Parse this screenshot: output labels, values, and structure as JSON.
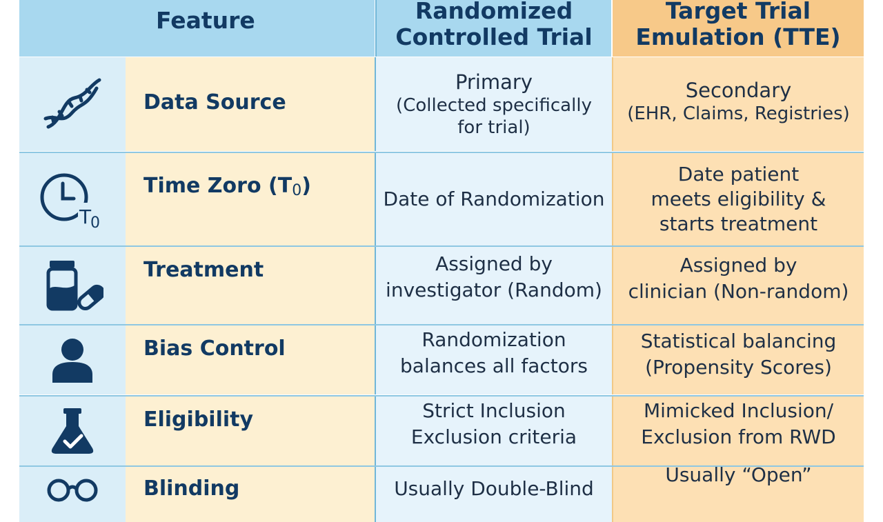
{
  "header": {
    "feature": "Feature",
    "rct": [
      "Randomized",
      "Controlled Trial"
    ],
    "tte": [
      "Target Trial",
      "Emulation (TTE)"
    ]
  },
  "rows": [
    {
      "icon": "dna-icon",
      "name": "Data Source",
      "rct": [
        "Primary",
        "(Collected specifically",
        "for trial)"
      ],
      "tte": [
        "Secondary",
        "(EHR, Claims, Registries)"
      ]
    },
    {
      "icon": "clock-icon",
      "name": "Time Zoro (T",
      "name_sub": "0",
      "name_end": ")",
      "icon_text": "T",
      "icon_sub": "0",
      "rct": [
        "Date of Randomization"
      ],
      "tte": [
        "Date patient",
        "meets eligibility &",
        "starts treatment"
      ]
    },
    {
      "icon": "medicine-bottle-pill-icon",
      "name": "Treatment",
      "rct": [
        "Assigned by",
        "investigator (Random)"
      ],
      "tte": [
        "Assigned by",
        "clinician (Non-random)"
      ]
    },
    {
      "icon": "person-icon",
      "name": "Bias Control",
      "rct": [
        "Randomization",
        "balances all factors"
      ],
      "tte": [
        "Statistical balancing",
        "(Propensity Scores)"
      ]
    },
    {
      "icon": "flask-check-icon",
      "name": "Eligibility",
      "rct": [
        "Strict Inclusion",
        "Exclusion criteria"
      ],
      "tte": [
        "Mimicked Inclusion/",
        "Exclusion from RWD"
      ]
    },
    {
      "icon": "glasses-icon",
      "name": "Blinding",
      "rct": [
        "Usually Double-Blind"
      ],
      "tte": [
        "Usually “Open”"
      ]
    }
  ],
  "colors": {
    "header_blue": "#a8d8ef",
    "header_orange": "#f7c989",
    "icon_col": "#daeef8",
    "name_col": "#fdf0d2",
    "rct_col": "#e6f3fb",
    "tte_col": "#fde0b4",
    "navy": "#123a63"
  }
}
